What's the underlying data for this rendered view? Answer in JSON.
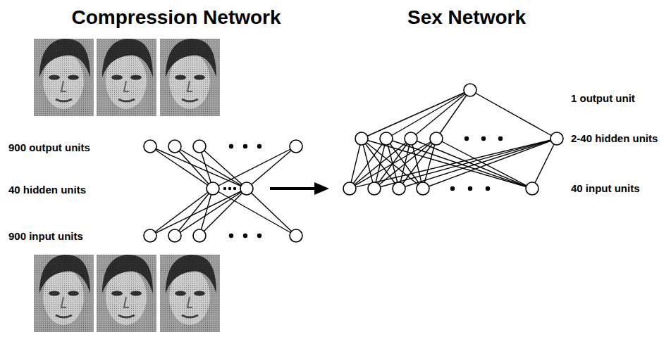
{
  "diagram": {
    "labels": [
      "Compression Network",
      "Sex Network",
      "900 output units",
      "40 hidden units",
      "900 input units",
      "1 output unit",
      "2-40 hidden units",
      "40 input units"
    ]
  }
}
